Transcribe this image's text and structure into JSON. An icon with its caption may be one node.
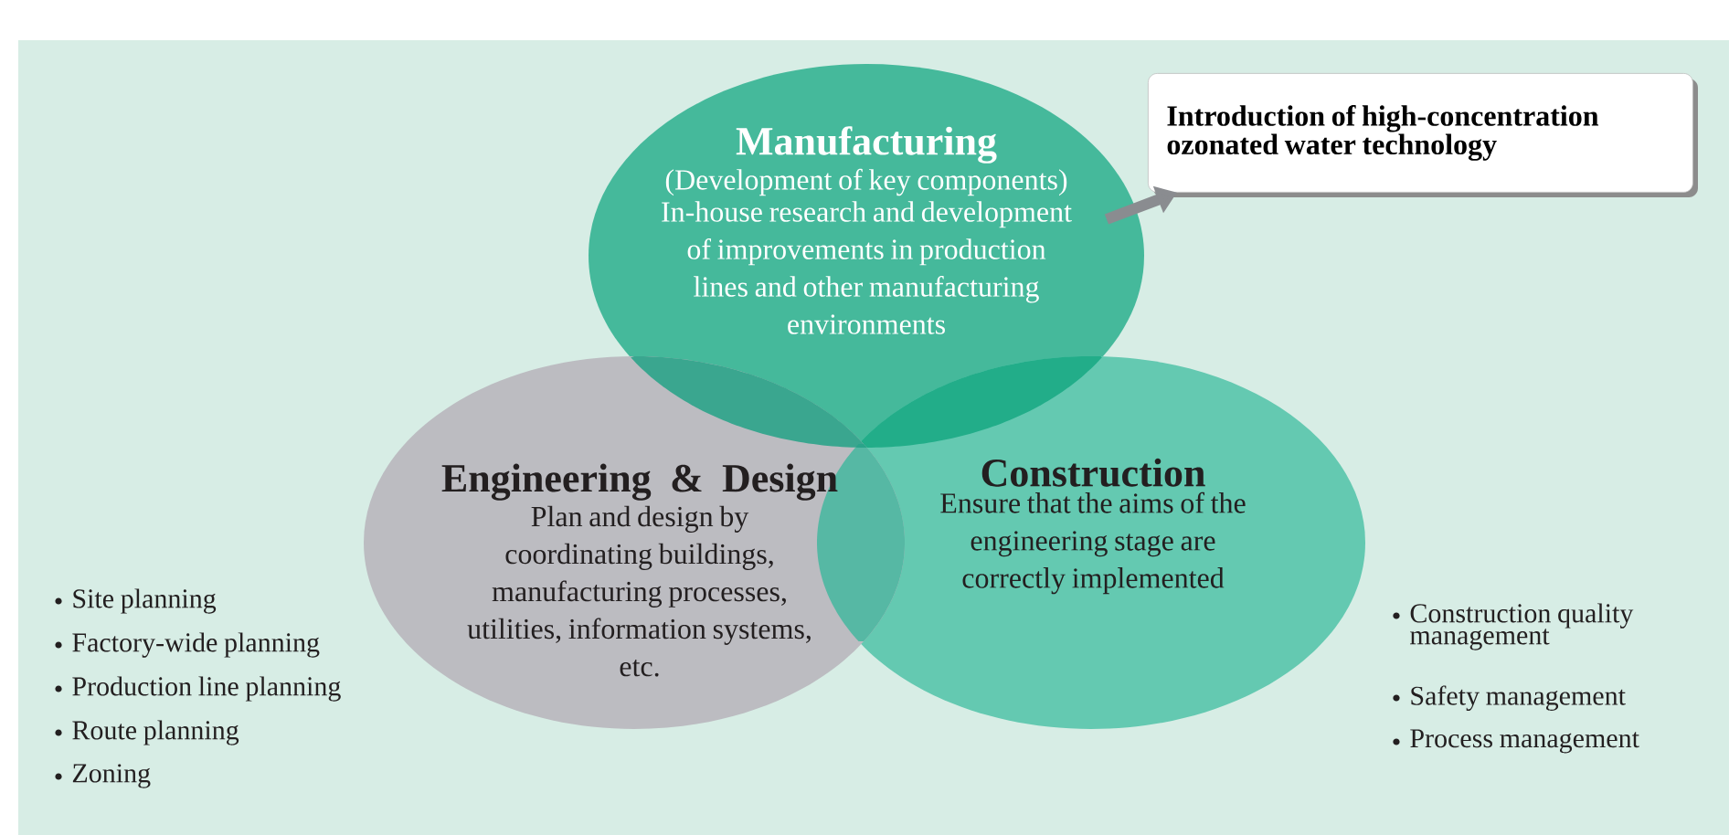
{
  "diagram": {
    "nodes": [
      {
        "text": [
          "Manufacturing",
          "(Development of key components)",
          "In-house research and development of improvements in production lines and other manufacturing environments"
        ]
      },
      {
        "text": [
          "Engineering & Design",
          "Plan and design by coordinating buildings, manufacturing processes, utilities, information systems, etc."
        ]
      },
      {
        "text": [
          "Construction",
          "Ensure that the aims of the engineering stage are correctly implemented"
        ]
      },
      {
        "text": [
          "Introduction of high-concentration ozonated water technology"
        ]
      }
    ],
    "edges": [
      {
        "from": 0,
        "to": 3,
        "arrow": "to"
      }
    ],
    "labels": [
      "Site planning",
      "Factory-wide planning",
      "Production line planning",
      "Route planning",
      "Zoning",
      "Construction quality management",
      "Safety management",
      "Process management"
    ]
  }
}
